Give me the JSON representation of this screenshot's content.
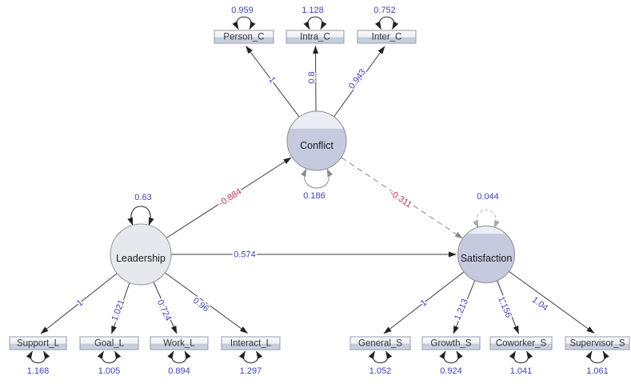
{
  "colors": {
    "coefficient_positive": "#3e3ec9",
    "coefficient_negative": "#c5324d",
    "exogenous_latent_fill": "#e7e8ee",
    "endogenous_latent_fill": "#c5cade",
    "manifest_fill_bottom": "#c6cddd"
  },
  "latents": {
    "leadership": {
      "label": "Leadership",
      "variance": "0.63"
    },
    "conflict": {
      "label": "Conflict",
      "residual_variance": "0.186"
    },
    "satisfaction": {
      "label": "Satisfaction",
      "residual_variance": "0.044"
    }
  },
  "regressions": {
    "leadership_to_conflict": "-0.884",
    "leadership_to_satisfaction": "0.574",
    "conflict_to_satisfaction": "-0.311"
  },
  "indicators": {
    "conflict": [
      {
        "label": "Person_C",
        "loading": "1",
        "error_variance": "0.959"
      },
      {
        "label": "Intra_C",
        "loading": "0.8",
        "error_variance": "1.128"
      },
      {
        "label": "Inter_C",
        "loading": "0.943",
        "error_variance": "0.752"
      }
    ],
    "leadership": [
      {
        "label": "Support_L",
        "loading": "1",
        "error_variance": "1.168"
      },
      {
        "label": "Goal_L",
        "loading": "1.021",
        "error_variance": "1.005"
      },
      {
        "label": "Work_L",
        "loading": "0.724",
        "error_variance": "0.894"
      },
      {
        "label": "Interact_L",
        "loading": "0.96",
        "error_variance": "1.297"
      }
    ],
    "satisfaction": [
      {
        "label": "General_S",
        "loading": "1",
        "error_variance": "1.052"
      },
      {
        "label": "Growth_S",
        "loading": "1.213",
        "error_variance": "0.924"
      },
      {
        "label": "Coworker_S",
        "loading": "1.156",
        "error_variance": "1.041"
      },
      {
        "label": "Supervisor_S",
        "loading": "1.04",
        "error_variance": "1.061"
      }
    ]
  }
}
